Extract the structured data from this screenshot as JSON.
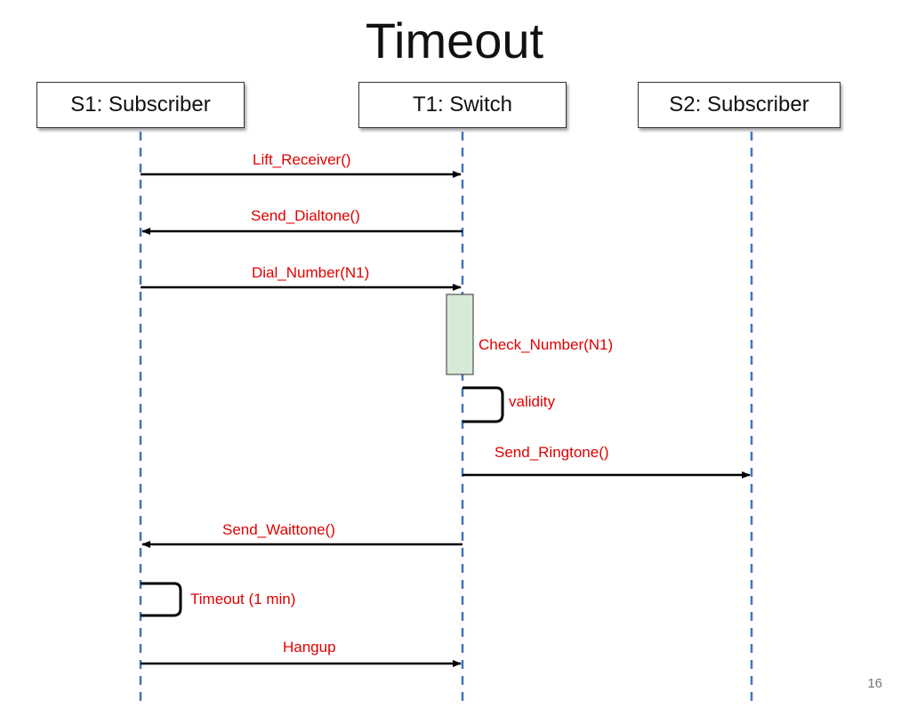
{
  "slide": {
    "title": "Timeout",
    "page_number": "16"
  },
  "actors": {
    "s1": "S1: Subscriber",
    "t1": "T1: Switch",
    "s2": "S2: Subscriber"
  },
  "messages": {
    "lift_receiver": "Lift_Receiver()",
    "send_dialtone": "Send_Dialtone()",
    "dial_number": "Dial_Number(N1)",
    "check_number": "Check_Number(N1)",
    "validity": "validity",
    "send_ringtone": "Send_Ringtone()",
    "send_waittone": "Send_Waittone()",
    "timeout": "Timeout (1 min)",
    "hangup": "Hangup"
  },
  "colors": {
    "message_text": "#e00000",
    "lifeline": "#4472c4",
    "activation_fill": "#d5ead7"
  }
}
